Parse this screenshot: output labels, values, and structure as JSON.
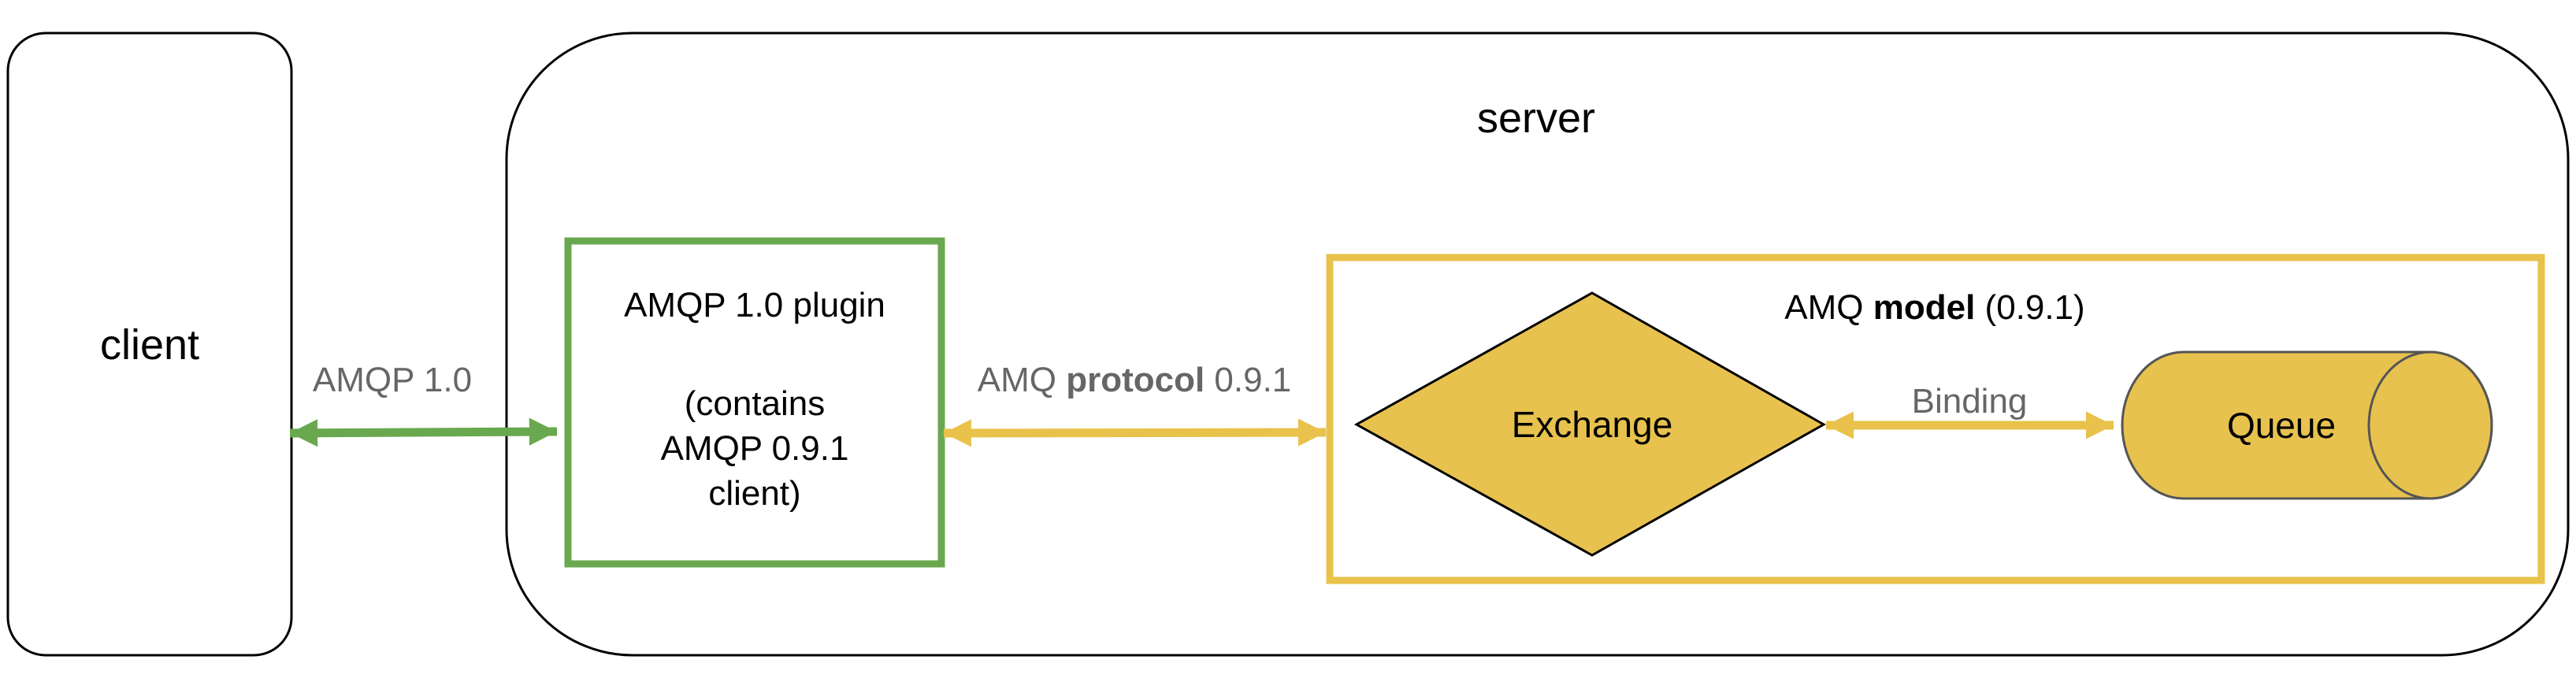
{
  "client": {
    "label": "client"
  },
  "server": {
    "label": "server"
  },
  "links": {
    "client_plugin": "AMQP 1.0",
    "plugin_model": {
      "prefix": "AMQ ",
      "bold": "protocol",
      "suffix": " 0.9.1"
    },
    "exchange_queue": "Binding"
  },
  "plugin": {
    "title": "AMQP 1.0 plugin",
    "line1": "(contains",
    "line2": "AMQP 0.9.1",
    "line3": "client)"
  },
  "model": {
    "title": {
      "prefix": "AMQ ",
      "bold": "model",
      "suffix": " (0.9.1)"
    },
    "exchange": "Exchange",
    "queue": "Queue"
  },
  "colors": {
    "green": "#6aa84f",
    "yellow": "#e8c24a",
    "yellow_fill": "#e8c24f",
    "outline": "#000000",
    "link_text": "#666666"
  }
}
